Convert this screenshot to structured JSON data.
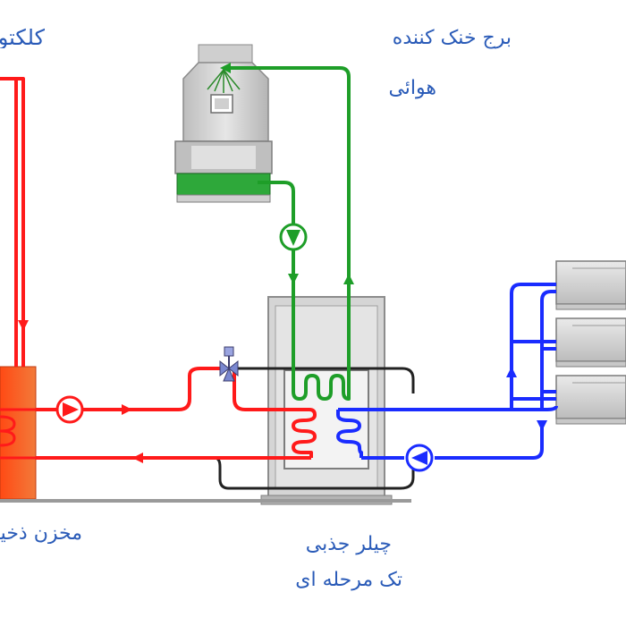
{
  "labels": {
    "collector": "کلکتور",
    "cooling_tower_line1": "برج خنک کننده",
    "cooling_tower_line2": "هوائی",
    "storage_tank": "مخزن ذخیره",
    "chiller_line1": "چیلر جذبی",
    "chiller_line2": "تک مرحله ای"
  },
  "colors": {
    "hot_loop": "#ff1a1a",
    "cooling_loop": "#1e9e28",
    "chilled_loop": "#1a2cff",
    "bypass_loop": "#222222",
    "label_text": "#2a5bb8",
    "tank": "#f05a24",
    "chiller_body": "#d9d9d9",
    "tower_body": "#c9c9c9",
    "fan_coil": "#d4d4d4"
  },
  "icons": {
    "pump": "pump-icon",
    "valve": "three-way-valve-icon",
    "flow_arrow": "flow-arrow-icon",
    "coil": "heat-exchanger-coil-icon",
    "fan": "fan-icon"
  }
}
